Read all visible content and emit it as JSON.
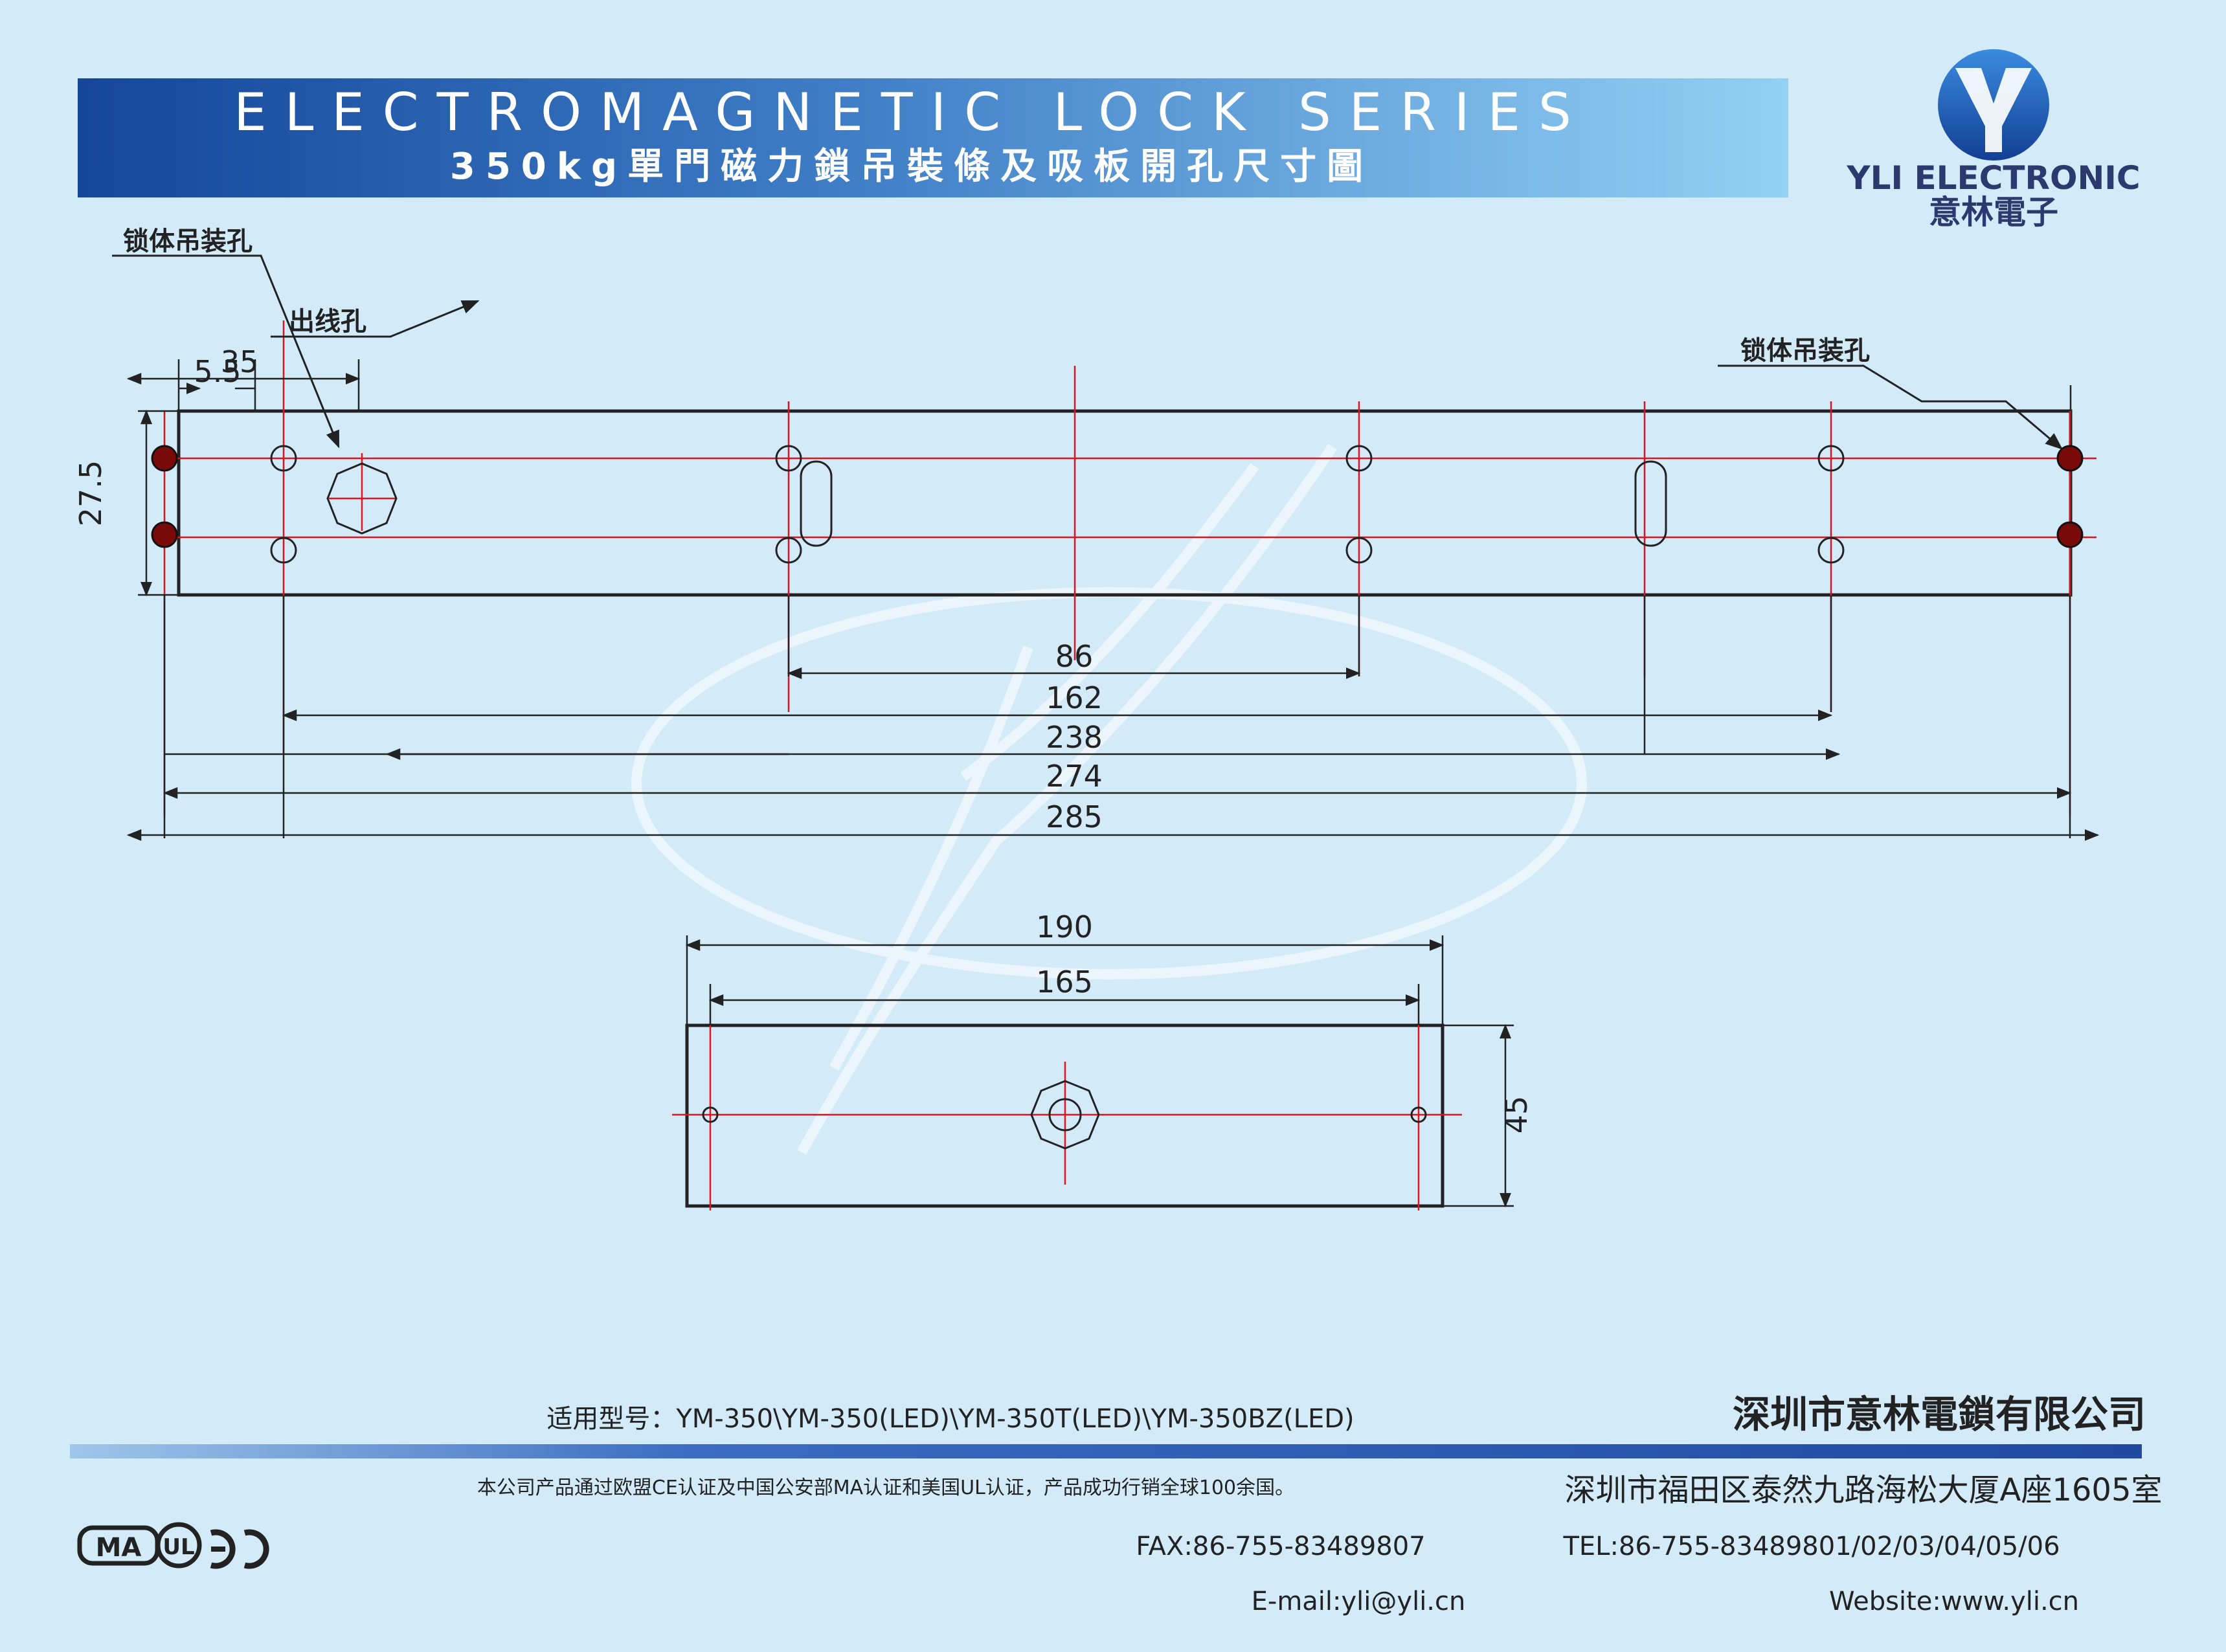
{
  "header": {
    "series_title": "ELECTROMAGNETIC LOCK SERIES",
    "subtitle": "350kg單門磁力鎖吊裝條及吸板開孔尺寸圖"
  },
  "brand": {
    "logo_letter": "Y",
    "name_en": "YLI ELECTRONIC",
    "name_cn": "意林電子"
  },
  "drawing": {
    "callouts": {
      "lock_mount_hole_left": "锁体吊装孔",
      "wire_exit_hole": "出线孔",
      "lock_mount_hole_right": "锁体吊装孔"
    },
    "dims": {
      "d35": "35",
      "d5_5": "5.5",
      "d27_5": "27.5",
      "d86": "86",
      "d162": "162",
      "d238": "238",
      "d274": "274",
      "d285": "285",
      "d190": "190",
      "d165": "165",
      "d45": "45"
    }
  },
  "footer": {
    "models": "适用型号：YM-350\\YM-350(LED)\\YM-350T(LED)\\YM-350BZ(LED)",
    "company": "深圳市意林電鎖有限公司",
    "certification_note": "本公司产品通过欧盟CE认证及中国公安部MA认证和美国UL认证，产品成功行销全球100余国。",
    "address": "深圳市福田区泰然九路海松大厦A座1605室",
    "tel": "TEL:86-755-83489801/02/03/04/05/06",
    "fax": "FAX:86-755-83489807",
    "email": "E-mail:yli@yli.cn",
    "website": "Website:www.yli.cn",
    "cert_marks": {
      "ma": "MA",
      "ul": "UL",
      "ce": "CE"
    }
  },
  "colors": {
    "background": "#d3eaf8",
    "banner_dark": "#15469a",
    "banner_light": "#93d0f4",
    "line": "#222222",
    "centerline": "#e0141e",
    "mount_hole": "#7a0a0a",
    "footer_bar": "#1f4aa0"
  }
}
